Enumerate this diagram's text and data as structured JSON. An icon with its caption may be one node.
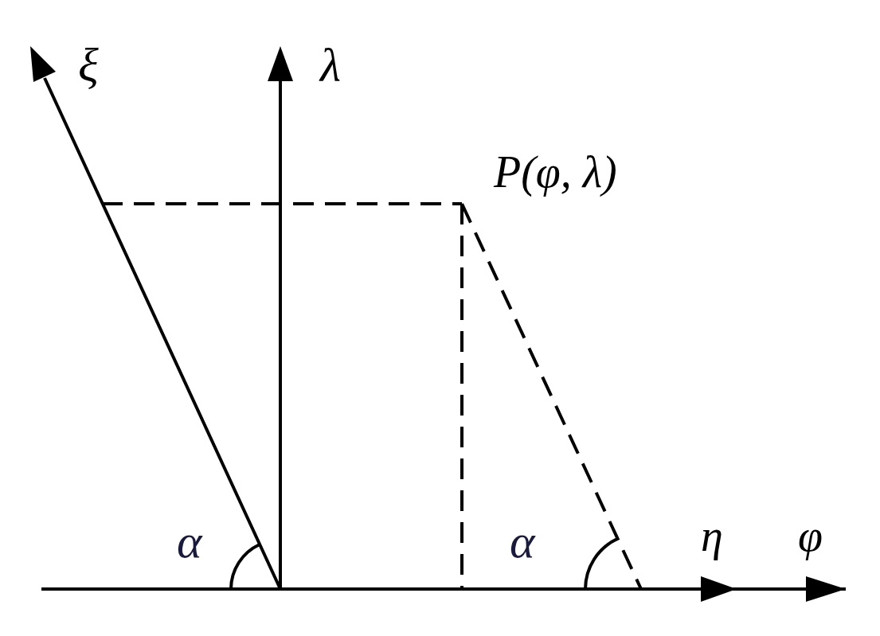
{
  "diagram": {
    "labels": [
      "ξ",
      "λ",
      "P(φ, λ)",
      "α",
      "α",
      "η",
      "φ"
    ]
  }
}
